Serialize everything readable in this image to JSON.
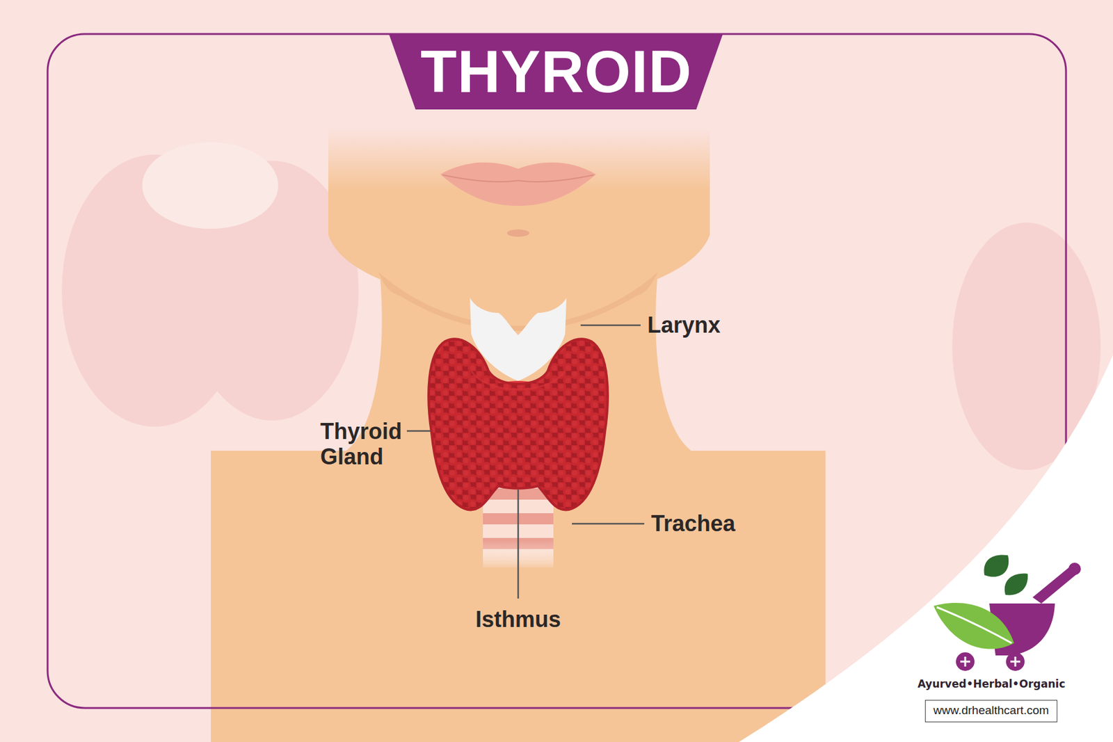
{
  "diagram": {
    "title": "THYROID",
    "nodes": [
      {
        "text": [
          "www.drhealthcart.com"
        ]
      }
    ],
    "labels": [
      "Larynx",
      "Thyroid Gland",
      "Trachea",
      "Isthmus",
      "Ayurved•Herbal•Organic"
    ]
  }
}
